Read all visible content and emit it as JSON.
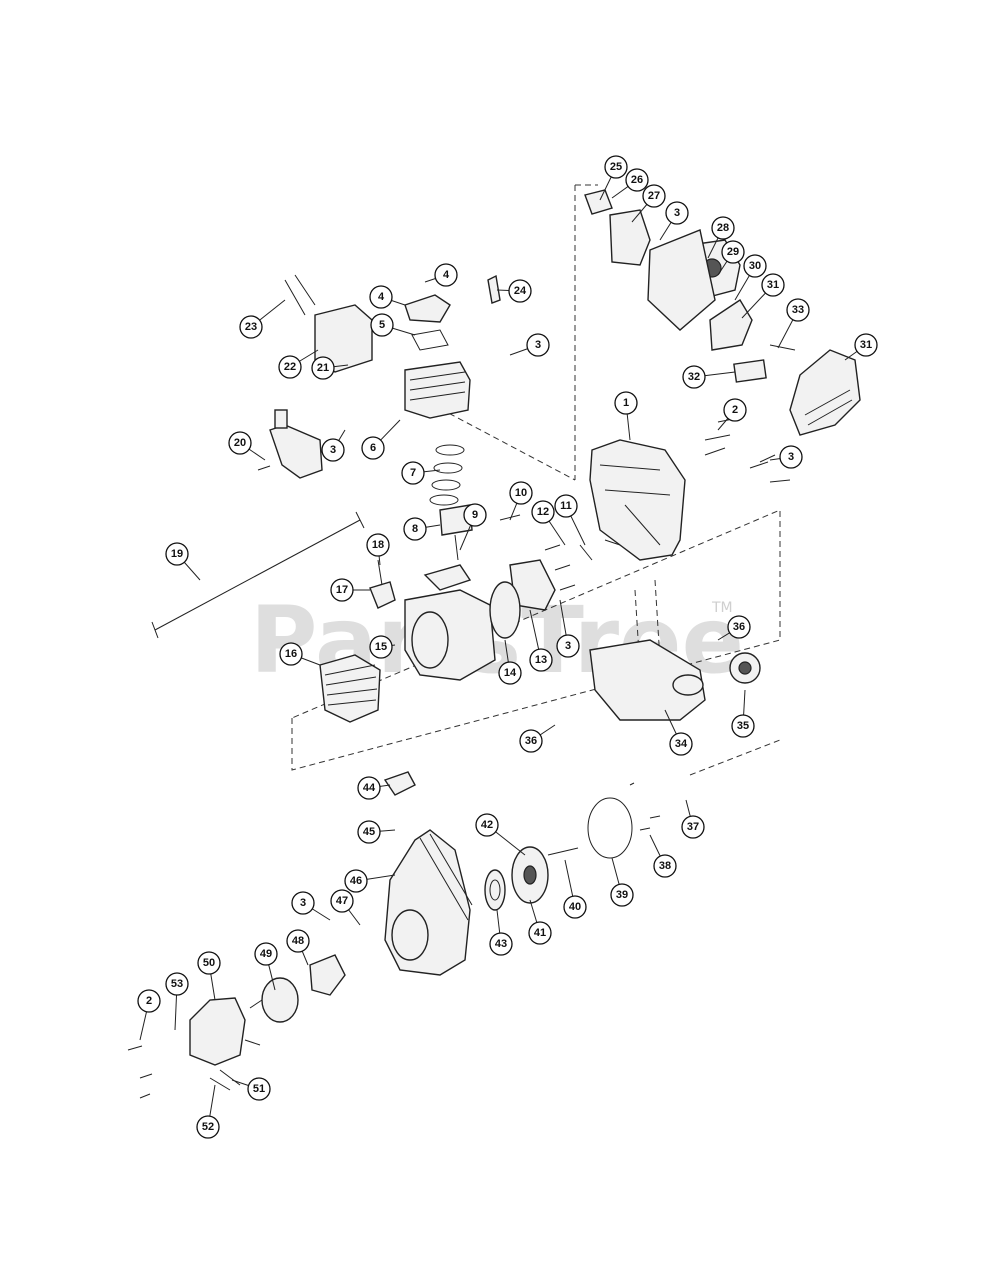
{
  "watermark": {
    "text": "PartsTree",
    "trademark": "TM"
  },
  "callouts": [
    "1",
    "2",
    "3",
    "4",
    "5",
    "6",
    "7",
    "8",
    "9",
    "10",
    "11",
    "12",
    "13",
    "14",
    "15",
    "16",
    "17",
    "18",
    "19",
    "20",
    "21",
    "22",
    "23",
    "24",
    "25",
    "26",
    "27",
    "28",
    "29",
    "30",
    "31",
    "32",
    "33",
    "34",
    "35",
    "36",
    "37",
    "38",
    "39",
    "40",
    "41",
    "42",
    "43",
    "44",
    "45",
    "46",
    "47",
    "48",
    "49",
    "50",
    "51",
    "52",
    "53"
  ]
}
